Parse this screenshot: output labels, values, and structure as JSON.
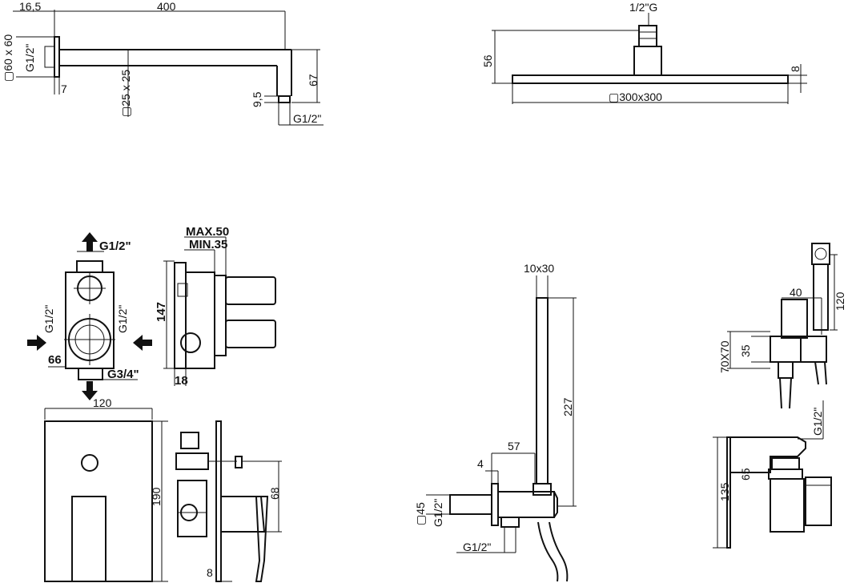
{
  "arm": {
    "d_16_5": "16,5",
    "d_400": "400",
    "d_60x60": "▢60 x 60",
    "d_g12_left": "G1/2\"",
    "d_7": "7",
    "d_25x25": "▢25 x 25",
    "d_9_5": "9,5",
    "d_67": "67",
    "d_g12_bottom": "G1/2\""
  },
  "head": {
    "d_thread": "1/2\"G",
    "d_56": "56",
    "d_8": "8",
    "d_size": "▢300x300"
  },
  "valve": {
    "d_g12_top": "G1/2\"",
    "d_g12_left": "G1/2\"",
    "d_g12_right": "G1/2\"",
    "d_66": "66",
    "d_g34": "G3/4\"",
    "d_max": "MAX.50",
    "d_min": "MIN.35",
    "d_147": "147",
    "d_18": "18"
  },
  "plate": {
    "d_120": "120",
    "d_190": "190",
    "d_68": "68",
    "d_8": "8"
  },
  "handshower": {
    "d_10x30": "10x30",
    "d_227": "227",
    "d_57": "57",
    "d_4": "4",
    "d_45": "▢45",
    "d_g12_side": "G1/2\"",
    "d_g12_bottom": "G1/2\""
  },
  "bidet": {
    "d_40": "40",
    "d_120": "120",
    "d_70x70": "70X70",
    "d_35": "35",
    "d_g12": "G1/2\"",
    "d_65": "65",
    "d_135": "135"
  }
}
